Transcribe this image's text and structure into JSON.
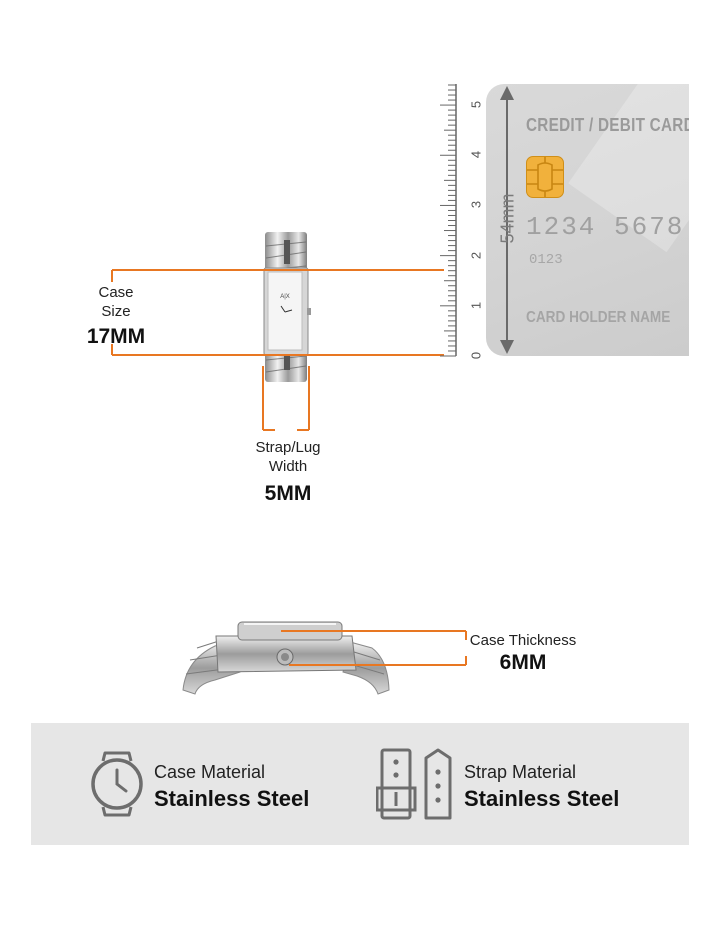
{
  "ruler": {
    "ticks": [
      "0",
      "1",
      "2",
      "3",
      "4",
      "5"
    ]
  },
  "card": {
    "title": "CREDIT / DEBIT CARD",
    "number_left": "1234",
    "number_right": "5678",
    "small_number": "0123",
    "holder": "CARD HOLDER NAME",
    "height_label": "54mm"
  },
  "case_size": {
    "label_line1": "Case",
    "label_line2": "Size",
    "value": "17MM"
  },
  "strap_width": {
    "label_line1": "Strap/Lug",
    "label_line2": "Width",
    "value": "5MM"
  },
  "case_thickness": {
    "label": "Case Thickness",
    "value": "6MM"
  },
  "materials": {
    "case": {
      "title": "Case Material",
      "value": "Stainless Steel",
      "icon": "watch-icon"
    },
    "strap": {
      "title": "Strap Material",
      "value": "Stainless Steel",
      "icon": "strap-icon"
    }
  },
  "colors": {
    "accent": "#e87722",
    "band_bg": "#e6e6e6",
    "icon": "#6d6d6d"
  }
}
